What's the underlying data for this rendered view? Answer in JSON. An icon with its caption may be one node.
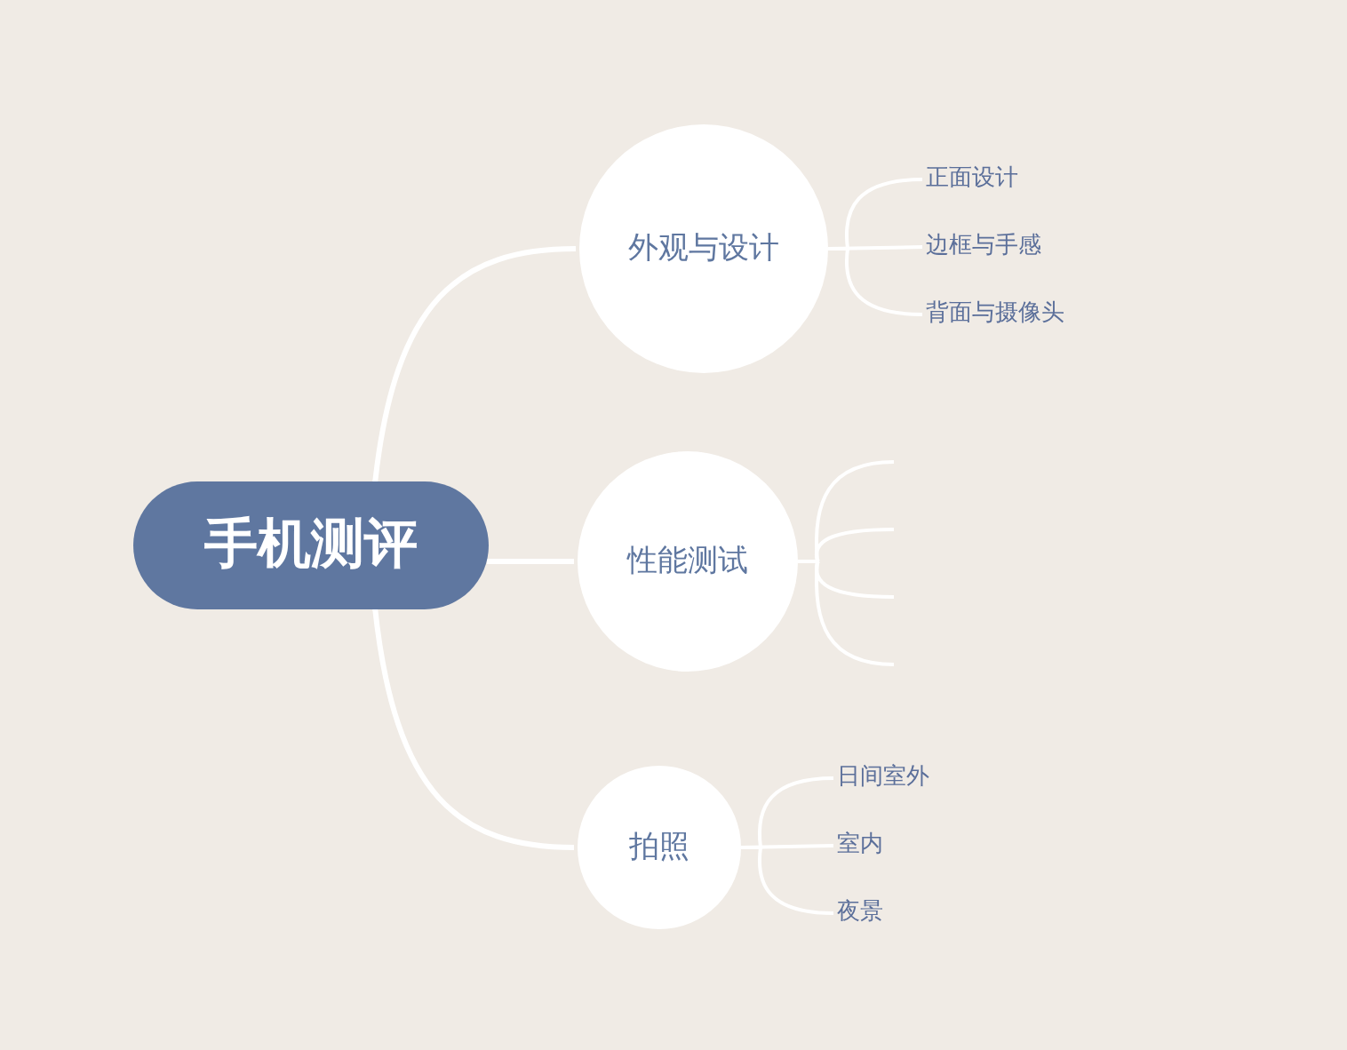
{
  "diagram": {
    "nodes": [
      {
        "text": [
          "手机测评"
        ]
      },
      {
        "text": [
          "外观与设计"
        ]
      },
      {
        "text": [
          "性能测试"
        ]
      },
      {
        "text": [
          "拍照"
        ]
      },
      {
        "text": [
          "正面设计"
        ]
      },
      {
        "text": [
          "边框与手感"
        ]
      },
      {
        "text": [
          "背面与摄像头"
        ]
      },
      {
        "text": [
          "日间室外"
        ]
      },
      {
        "text": [
          "室内"
        ]
      },
      {
        "text": [
          "夜景"
        ]
      }
    ],
    "edges": [
      {
        "from": 0,
        "to": 1,
        "arrow": "none"
      },
      {
        "from": 0,
        "to": 2,
        "arrow": "none"
      },
      {
        "from": 0,
        "to": 3,
        "arrow": "none"
      },
      {
        "from": 1,
        "to": 4,
        "arrow": "none"
      },
      {
        "from": 1,
        "to": 5,
        "arrow": "none"
      },
      {
        "from": 1,
        "to": 6,
        "arrow": "none"
      },
      {
        "from": 2,
        "to": null,
        "arrow": "none"
      },
      {
        "from": 2,
        "to": null,
        "arrow": "none"
      },
      {
        "from": 2,
        "to": null,
        "arrow": "none"
      },
      {
        "from": 2,
        "to": null,
        "arrow": "none"
      },
      {
        "from": 3,
        "to": 7,
        "arrow": "none"
      },
      {
        "from": 3,
        "to": 8,
        "arrow": "none"
      },
      {
        "from": 3,
        "to": 9,
        "arrow": "none"
      }
    ]
  }
}
